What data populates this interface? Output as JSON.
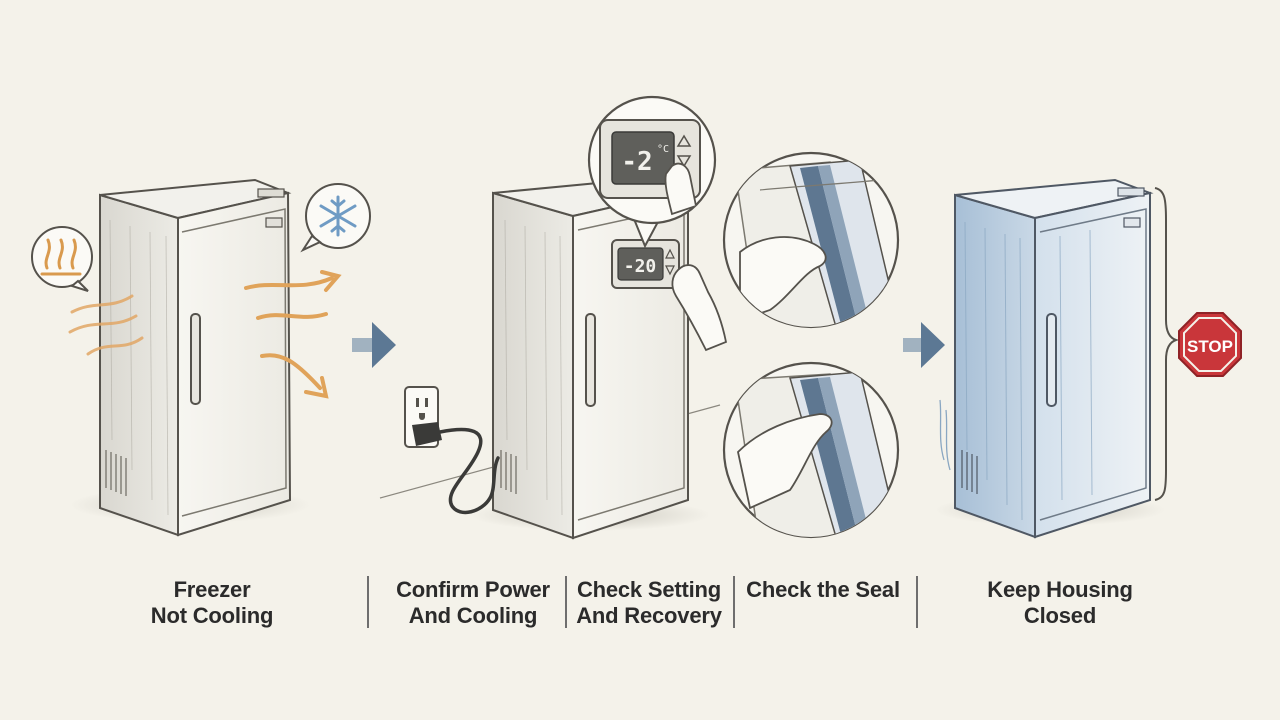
{
  "steps": [
    {
      "line1": "Freezer",
      "line2": "Not Cooling"
    },
    {
      "line1": "Confirm Power",
      "line2": "And Cooling"
    },
    {
      "line1": "Check Setting",
      "line2": "And Recovery"
    },
    {
      "line1": "Check the Seal",
      "line2": ""
    },
    {
      "line1": "Keep Housing",
      "line2": "Closed"
    }
  ],
  "display": {
    "panel_reading": "-20",
    "zoom_reading": "-2",
    "zoom_unit": "°C"
  },
  "stop_sign": "STOP",
  "icons": [
    "heat-icon",
    "snowflake-icon",
    "arrow-right-icon",
    "power-outlet-icon",
    "stop-sign-icon"
  ],
  "colors": {
    "background": "#f4f2ea",
    "heat": "#e0a35a",
    "arrow": "#5c7894",
    "stop": "#c9363a",
    "frost": "#a9c3dc"
  }
}
